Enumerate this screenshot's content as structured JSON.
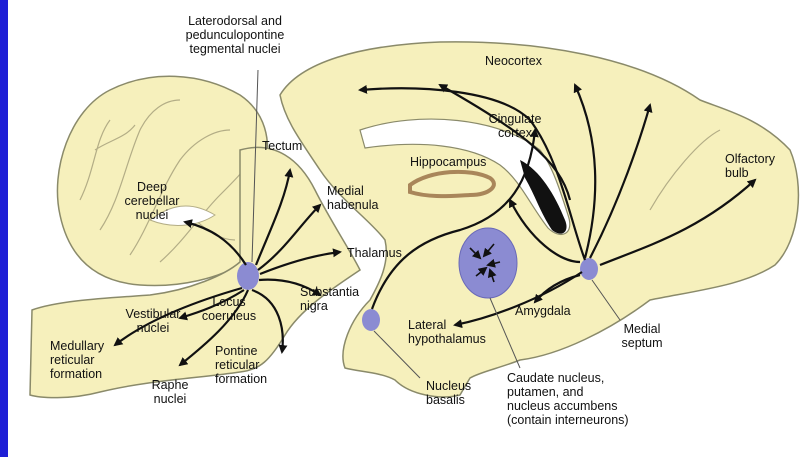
{
  "colors": {
    "frame": "#1f1fd6",
    "tissue": "#f6f0bc",
    "outline": "#8a8a6a",
    "nucleus": "#8b8bd2",
    "arrow": "#111111",
    "hippocampus": "#a9865a"
  },
  "labels": {
    "ldt_ppt": "Laterodorsal and\npedunculopontine\ntegmental nuclei",
    "neocortex": "Neocortex",
    "cingulate": "Cingulate\ncortex",
    "hippocampus": "Hippocampus",
    "olfactory": "Olfactory\nbulb",
    "tectum": "Tectum",
    "deep_cerebellar": "Deep\ncerebellar\nnuclei",
    "medial_habenula": "Medial\nhabenula",
    "thalamus": "Thalamus",
    "substantia_nigra": "Substantia\nnigra",
    "locus_coeruleus": "Locus\ncoeruleus",
    "vestibular": "Vestibular\nnuclei",
    "medullary": "Medullary\nreticular\nformation",
    "pontine": "Pontine\nreticular\nformation",
    "raphe": "Raphe\nnuclei",
    "lateral_hypothalamus": "Lateral\nhypothalamus",
    "amygdala": "Amygdala",
    "medial_septum": "Medial\nseptum",
    "nucleus_basalis": "Nucleus\nbasalis",
    "caudate": "Caudate nucleus,\nputamen, and\nnucleus accumbens\n(contain interneurons)"
  }
}
